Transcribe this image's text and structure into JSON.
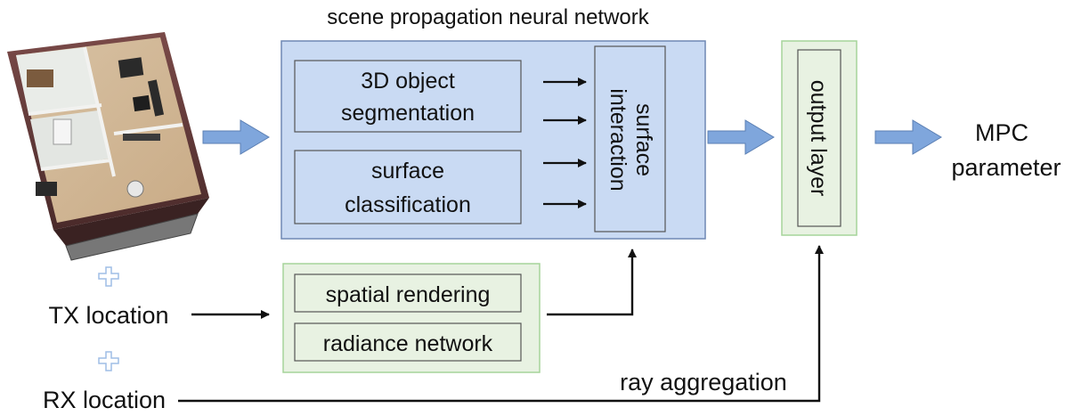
{
  "title": "scene propagation neural network",
  "inputs": {
    "tx": "TX location",
    "rx": "RX location",
    "plus_icon": "plus-icon"
  },
  "scene_network": {
    "box1": [
      "3D object",
      "segmentation"
    ],
    "box2": [
      "surface",
      "classification"
    ],
    "box3": [
      "surface",
      "interaction"
    ]
  },
  "rendering": {
    "box1": "spatial rendering",
    "box2": "radiance network"
  },
  "output": {
    "layer": "output layer",
    "result": [
      "MPC",
      "parameter"
    ]
  },
  "ray_aggregation": "ray aggregation",
  "colors": {
    "blue_fill": "#c9daf3",
    "blue_stroke": "#6f88b4",
    "green_fill": "#e8f2e2",
    "green_stroke": "#a6d49a",
    "arrow_blue": "#7fa6dc",
    "plus_blue": "#9fbde6"
  }
}
